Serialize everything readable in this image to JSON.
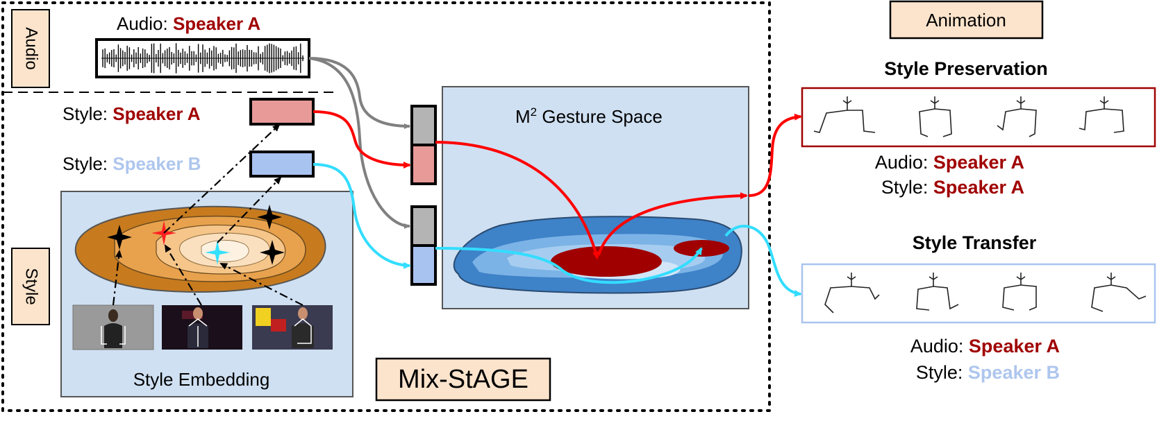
{
  "colors": {
    "speaker_a": "#a00000",
    "speaker_b": "#aec6ee",
    "panel_bg": "#cfe0f2",
    "label_box_bg": "#fce4cc",
    "red_arrow": "#ff0000",
    "cyan_arrow": "#33ddff",
    "grey_arrow": "#808080"
  },
  "left": {
    "audio_side_label": "Audio",
    "style_side_label": "Style",
    "audio_prefix": "Audio: ",
    "audio_speaker": "Speaker A",
    "style_a_prefix": "Style: ",
    "style_a_speaker": "Speaker A",
    "style_b_prefix": "Style: ",
    "style_b_speaker": "Speaker B",
    "style_embedding_label": "Style Embedding",
    "model_name": "Mix-StAGE"
  },
  "gesture_space": {
    "title_m": "M",
    "title_sup": "2",
    "title_rest": " Gesture Space"
  },
  "right": {
    "animation_label": "Animation",
    "preservation_title": "Style Preservation",
    "preservation_audio_prefix": "Audio: ",
    "preservation_audio_speaker": "Speaker A",
    "preservation_style_prefix": "Style: ",
    "preservation_style_speaker": "Speaker A",
    "transfer_title": "Style Transfer",
    "transfer_audio_prefix": "Audio: ",
    "transfer_audio_speaker": "Speaker A",
    "transfer_style_prefix": "Style: ",
    "transfer_style_speaker": "Speaker B"
  },
  "icons": {
    "waveform": "audio-waveform-icon",
    "star": "four-point-star-icon",
    "stick_figure": "stick-figure-pose-icon",
    "speaker_photo": "speaker-video-frame-icon"
  }
}
